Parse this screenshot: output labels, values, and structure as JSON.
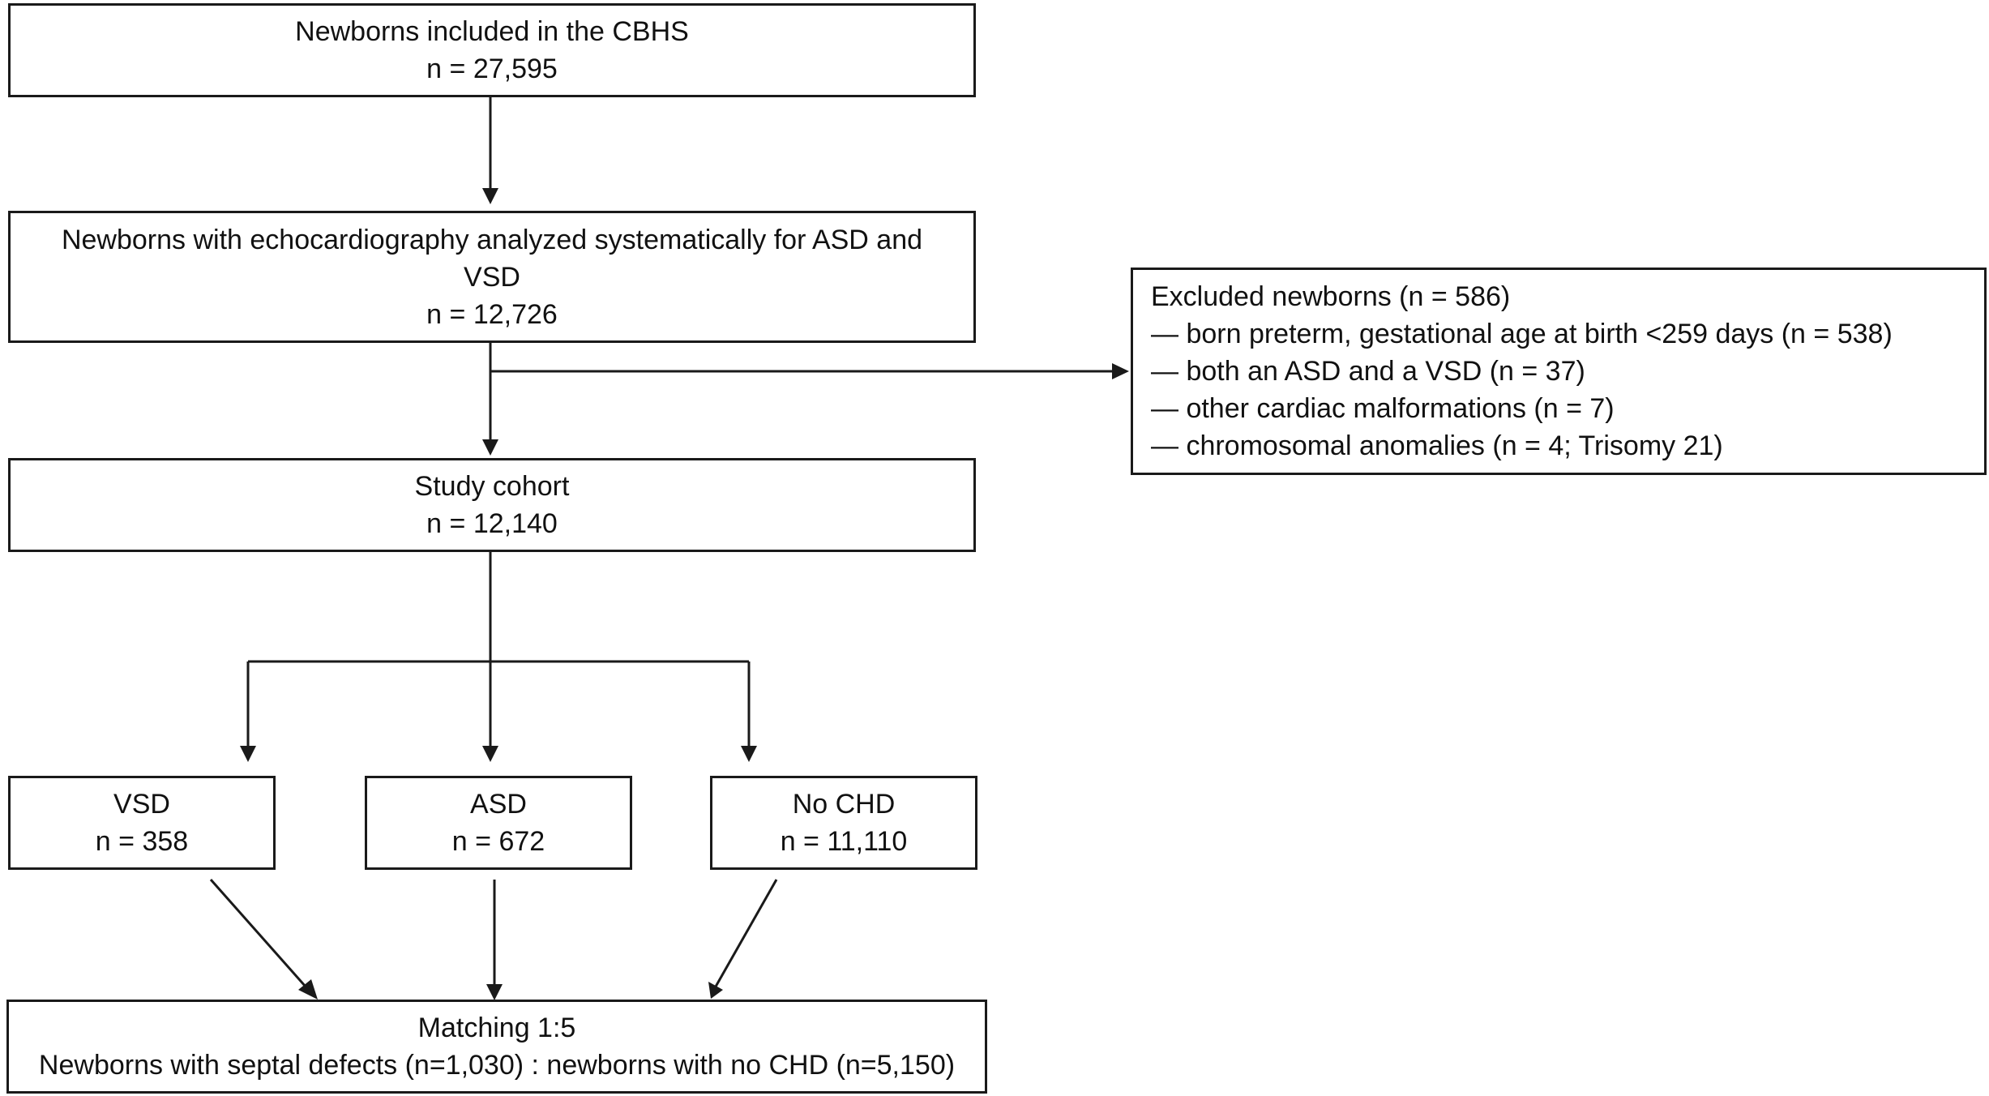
{
  "flowchart": {
    "included": {
      "title": "Newborns included in the CBHS",
      "count": "n = 27,595"
    },
    "echo": {
      "title": "Newborns with echocardiography analyzed systematically for ASD and VSD",
      "count": "n = 12,726"
    },
    "excluded": {
      "title": "Excluded newborns (n = 586)",
      "reasons": [
        "— born preterm, gestational age at birth <259 days (n = 538)",
        "— both an ASD and a VSD (n = 37)",
        "— other cardiac malformations (n = 7)",
        "— chromosomal  anomalies (n = 4; Trisomy 21)"
      ]
    },
    "cohort": {
      "title": "Study cohort",
      "count": "n = 12,140"
    },
    "groups": [
      {
        "title": "VSD",
        "count": "n = 358"
      },
      {
        "title": "ASD",
        "count": "n = 672"
      },
      {
        "title": "No CHD",
        "count": "n = 11,110"
      }
    ],
    "matching": {
      "title": "Matching 1:5",
      "detail": "Newborns with septal defects (n=1,030) : newborns with no CHD (n=5,150)"
    }
  },
  "colors": {
    "border": "#1a1a1a",
    "text": "#111111",
    "arrow": "#1a1a1a"
  }
}
